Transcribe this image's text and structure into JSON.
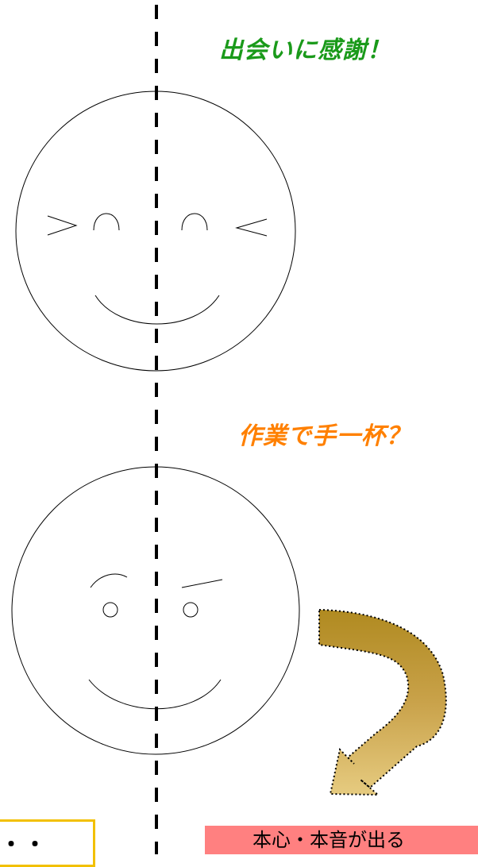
{
  "captions": {
    "thanks": "出会いに感謝！",
    "busy": "作業で手一杯？"
  },
  "boxes": {
    "yellow_box_text": "・・",
    "honne_label": "本心・本音が出る"
  },
  "colors": {
    "thanks_text": "#1a9a1a",
    "busy_text": "#ff8000",
    "yellow_border": "#f2c000",
    "honne_background": "#ff8080",
    "arrow_dark": "#b58e24",
    "arrow_light": "#e2c677"
  },
  "icons": {
    "top_face": "smiling-face-icon",
    "bottom_face": "two-sided-face-icon",
    "arrow": "curved-arrow-icon"
  }
}
